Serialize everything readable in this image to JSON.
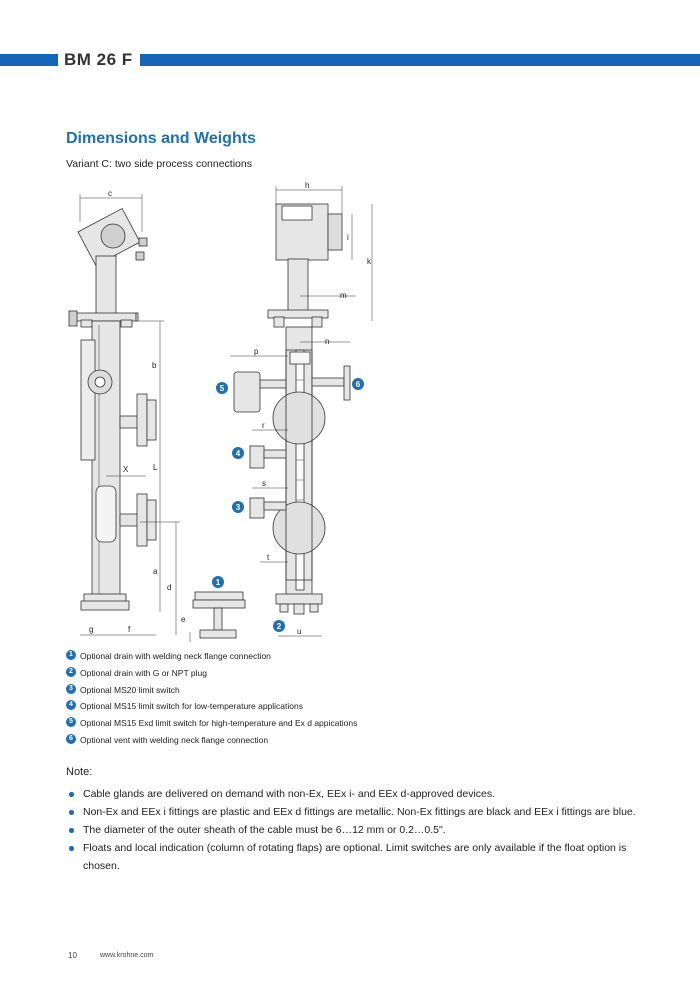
{
  "header": {
    "title": "BM 26 F"
  },
  "section": {
    "title": "Dimensions and Weights",
    "subtitle": "Variant C: two side process connections"
  },
  "drawing": {
    "dim_labels": [
      "c",
      "b",
      "X",
      "L",
      "a",
      "d",
      "e",
      "g",
      "f",
      "h",
      "i",
      "k",
      "m",
      "n",
      "p",
      "r",
      "s",
      "t",
      "u"
    ],
    "callouts": [
      "1",
      "2",
      "3",
      "4",
      "5",
      "6"
    ],
    "colors": {
      "accent": "#1f6fb2",
      "header_bar": "#1565b8"
    }
  },
  "legend": [
    {
      "num": "1",
      "text": "Optional drain with welding neck flange connection"
    },
    {
      "num": "2",
      "text": "Optional drain with G or NPT plug"
    },
    {
      "num": "3",
      "text": "Optional MS20 limit switch"
    },
    {
      "num": "4",
      "text": "Optional MS15 limit switch for low-temperature applications"
    },
    {
      "num": "5",
      "text": "Optional MS15 Exd limit switch for high-temperature and Ex d appications"
    },
    {
      "num": "6",
      "text": "Optional vent with welding neck flange connection"
    }
  ],
  "notes": {
    "heading": "Note:",
    "items": [
      "Cable glands are delivered on demand with non-Ex, EEx i- and EEx d-approved devices.",
      "Non-Ex and EEx i fittings are plastic and EEx d fittings are metallic. Non-Ex fittings are black and EEx i fittings are blue.",
      "The diameter of the outer sheath of the cable must be 6…12 mm or 0.2…0.5\".",
      "Floats and local indication (column of rotating flaps)  are optional. Limit switches are only available  if the float option is chosen."
    ]
  },
  "footer": {
    "page": "10",
    "url": "www.krohne.com"
  }
}
